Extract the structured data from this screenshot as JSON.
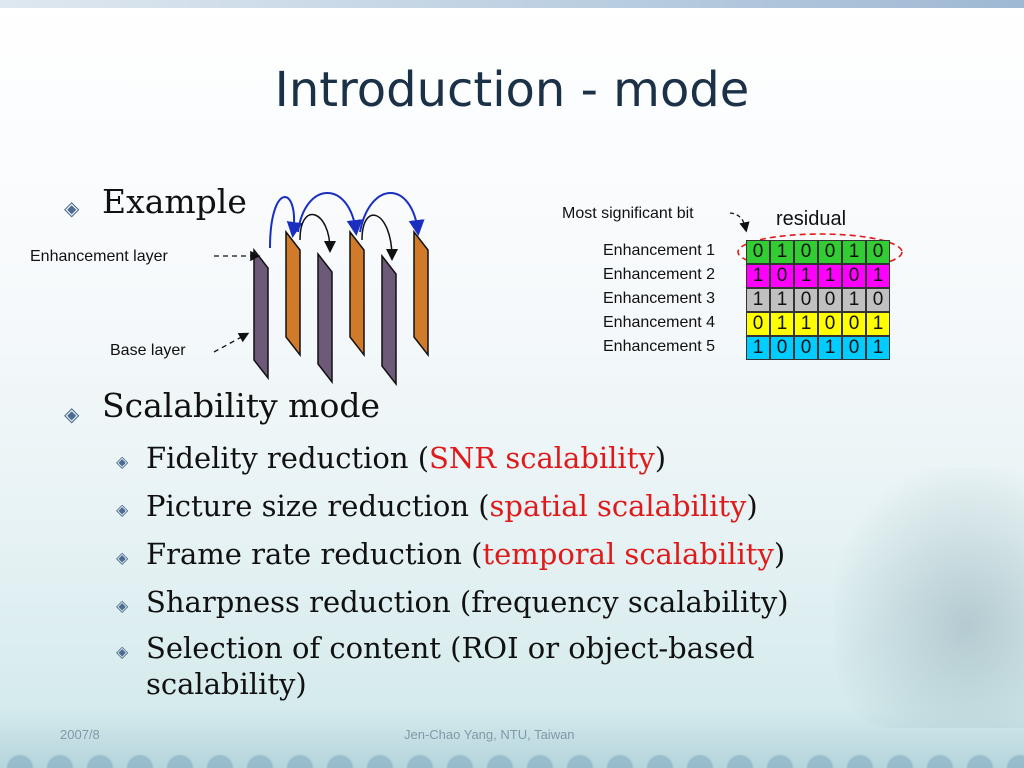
{
  "slide": {
    "title": "Introduction - mode",
    "bullets": [
      {
        "text": "Example"
      },
      {
        "text": "Scalability mode"
      }
    ],
    "sub_bullets": [
      {
        "prefix": "Fidelity reduction (",
        "highlight": "SNR scalability",
        "suffix": ")"
      },
      {
        "prefix": "Picture size reduction (",
        "highlight": "spatial scalability",
        "suffix": ")"
      },
      {
        "prefix": "Frame rate reduction (",
        "highlight": "temporal scalability",
        "suffix": ")"
      },
      {
        "prefix": "Sharpness reduction (frequency scalability)",
        "highlight": "",
        "suffix": ""
      },
      {
        "line1": "Selection of content (ROI or object-based",
        "line2": "scalability)"
      }
    ],
    "footer": {
      "date": "2007/8",
      "author": "Jen-Chao Yang, NTU, Taiwan"
    }
  },
  "diagram": {
    "enhancement_layer_label": "Enhancement layer",
    "base_layer_label": "Base layer",
    "msb_label": "Most significant bit",
    "residual_label": "residual",
    "rows": [
      {
        "label": "Enhancement 1",
        "bits": [
          "0",
          "1",
          "0",
          "0",
          "1",
          "0"
        ],
        "color": "#33cc33"
      },
      {
        "label": "Enhancement 2",
        "bits": [
          "1",
          "0",
          "1",
          "1",
          "0",
          "1"
        ],
        "color": "#ff00ff"
      },
      {
        "label": "Enhancement 3",
        "bits": [
          "1",
          "1",
          "0",
          "0",
          "1",
          "0"
        ],
        "color": "#c0c0c0"
      },
      {
        "label": "Enhancement 4",
        "bits": [
          "0",
          "1",
          "1",
          "0",
          "0",
          "1"
        ],
        "color": "#ffff00"
      },
      {
        "label": "Enhancement 5",
        "bits": [
          "1",
          "0",
          "0",
          "1",
          "0",
          "1"
        ],
        "color": "#00ccff"
      }
    ],
    "base_color": "#6d5a78",
    "enh_color": "#d07a2a"
  }
}
